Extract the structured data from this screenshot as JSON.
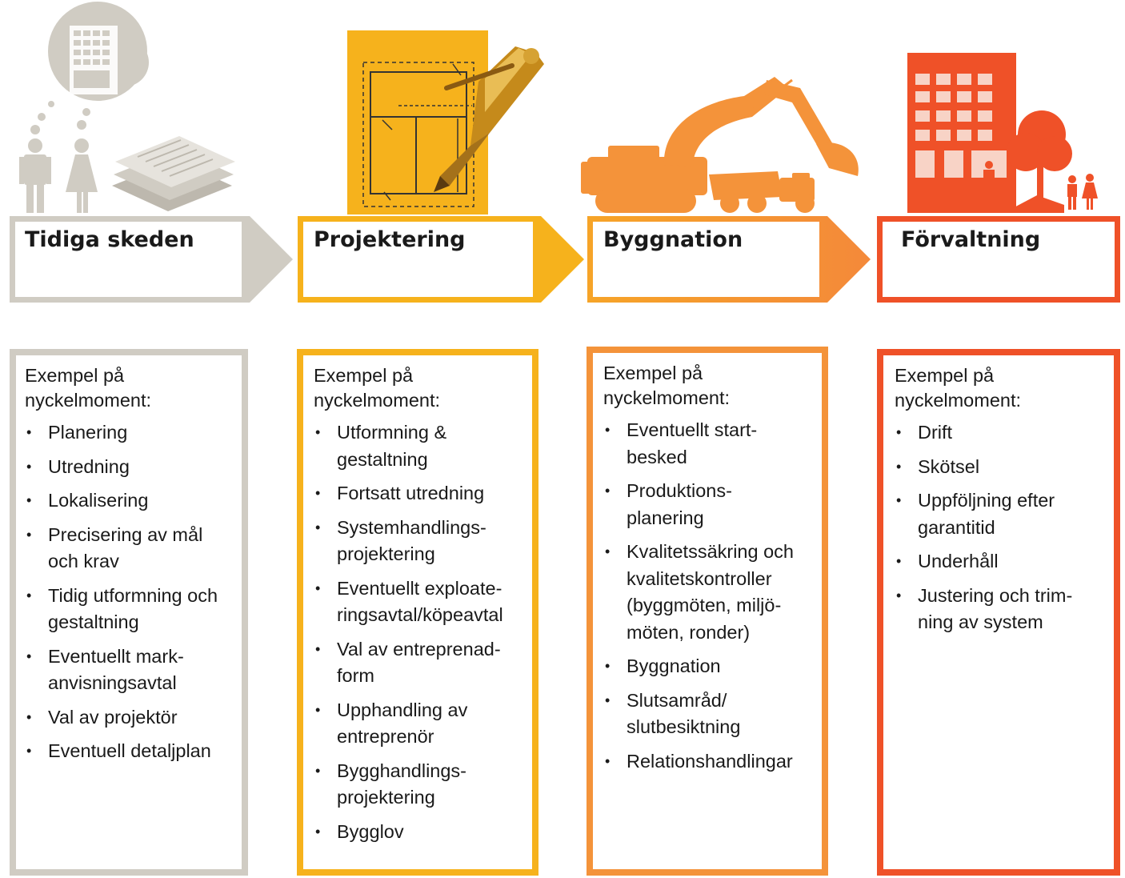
{
  "colors": {
    "phase_1": "#d0ccc3",
    "phase_2": "#f6b21c",
    "phase_3": "#f4933a",
    "phase_4": "#ef5128",
    "text": "#1a1a1a"
  },
  "icons": [
    "office-building-thought-icon",
    "people-icon",
    "documents-icon",
    "blueprint-icon",
    "pen-icon",
    "excavator-icon",
    "dump-truck-icon",
    "apartment-building-icon",
    "tree-icon",
    "family-icon"
  ],
  "phases": [
    {
      "title": "Tidiga skeden",
      "heading": "Exempel på\nnyckelmoment:",
      "items": [
        "Planering",
        "Utredning",
        "Lokalisering",
        "Precisering av mål och krav",
        "Tidig utformning och gestaltning",
        "Eventuellt mark-\nanvisningsavtal",
        "Val av projektör",
        "Eventuell detaljplan"
      ]
    },
    {
      "title": "Projektering",
      "heading": "Exempel på\nnyckelmoment:",
      "items": [
        "Utformning &\ngestaltning",
        "Fortsatt utredning",
        "Systemhandlings-\nprojektering",
        "Eventuellt exploate-\nringsavtal/köpeavtal",
        "Val av entreprenad-\nform",
        "Upphandling av\nentreprenör",
        "Bygghandlings-\nprojektering",
        "Bygglov"
      ]
    },
    {
      "title": "Byggnation",
      "heading": "Exempel på\nnyckelmoment:",
      "items": [
        "Eventuellt start-\nbesked",
        "Produktions-\nplanering",
        "Kvalitetssäkring och\nkvalitetskontroller\n(byggmöten, miljö-\nmöten, ronder)",
        "Byggnation",
        "Slutsamråd/\nslutbesiktning",
        "Relationshandlingar"
      ]
    },
    {
      "title": "Förvaltning",
      "heading": "Exempel på\nnyckelmoment:",
      "items": [
        "Drift",
        "Skötsel",
        "Uppföljning efter\ngarantitid",
        "Underhåll",
        "Justering och trim-\nning av system"
      ]
    }
  ]
}
